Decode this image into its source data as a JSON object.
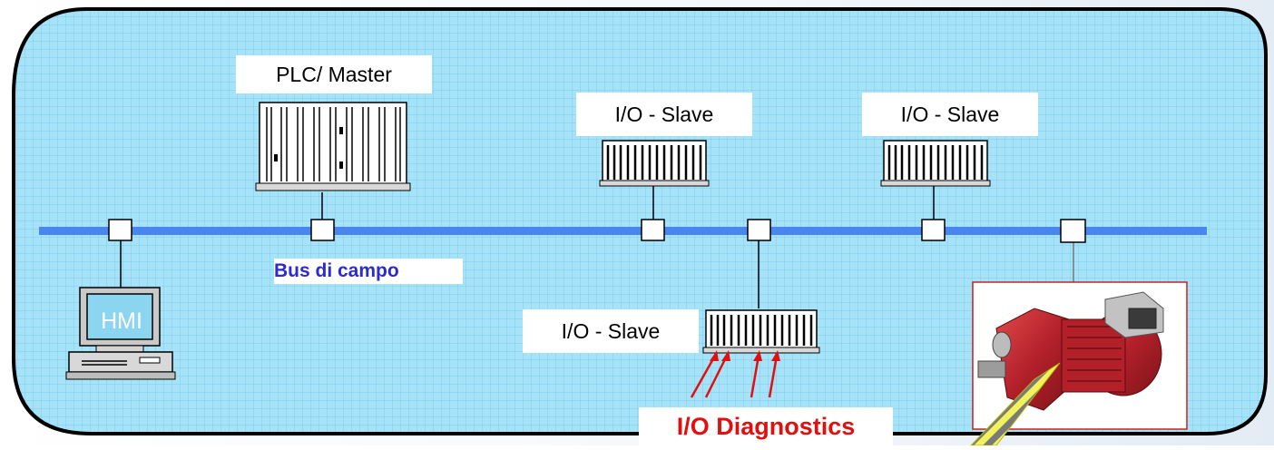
{
  "diagram": {
    "plc_label": "PLC/ Master",
    "slave_label_1": "I/O - Slave",
    "slave_label_2": "I/O - Slave",
    "slave_label_3": "I/O - Slave",
    "bus_label": "Bus di campo",
    "hmi_label": "HMI",
    "diagnostics_label": "I/O Diagnostics",
    "colors": {
      "panel_fill": "#a4e2f7",
      "grid_line": "#7ecff0",
      "bus_line": "#4a86f0",
      "bus_label": "#2b2bd0",
      "diagnostics_text": "#e01010",
      "arrow": "#e01010",
      "motor": "#b8252c"
    }
  }
}
